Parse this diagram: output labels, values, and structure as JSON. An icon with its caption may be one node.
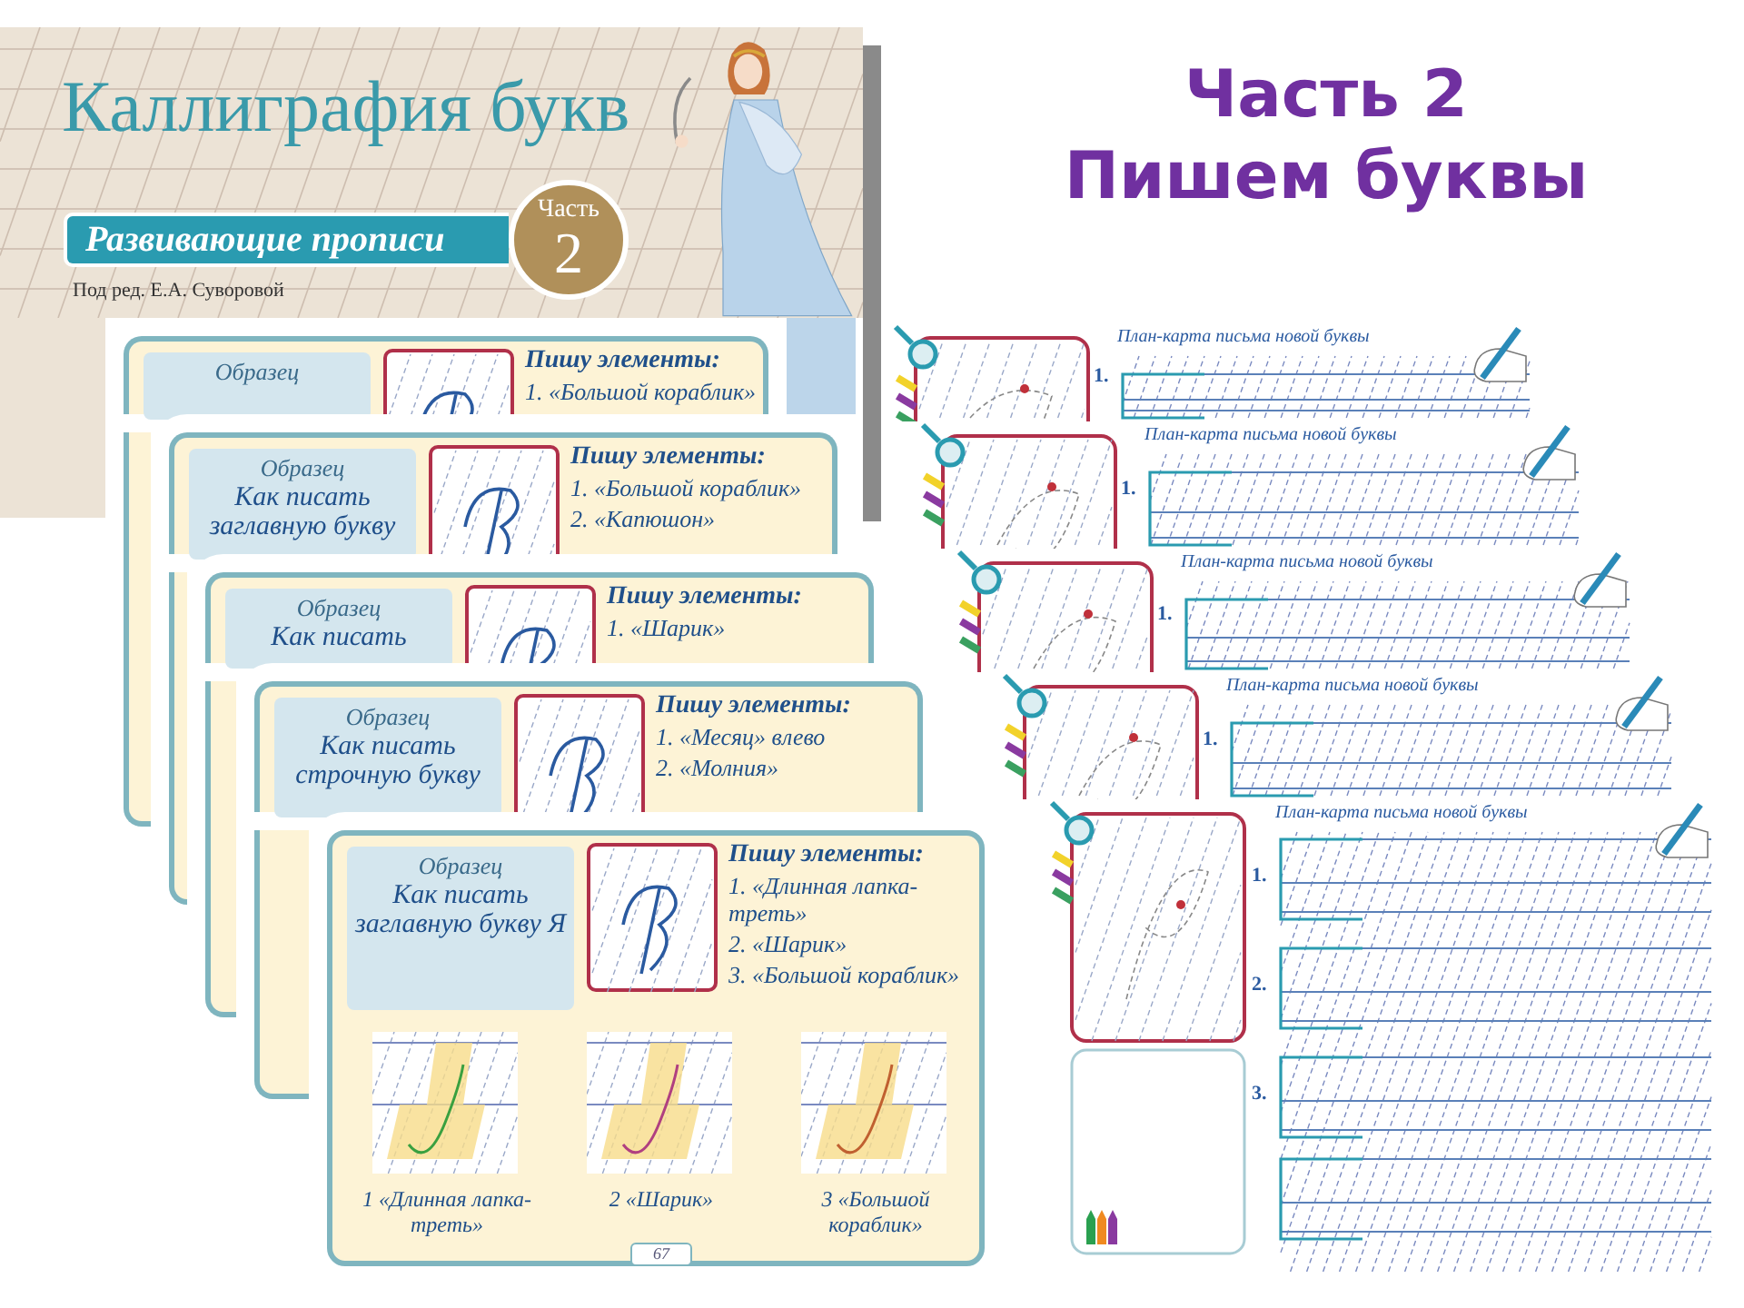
{
  "diagram": {
    "title": "Часть 2 Пишем буквы",
    "nodes": [
      {
        "text": [
          "Каллиграфия букв",
          "Под ред. Е.А. Суворовой"
        ]
      },
      {
        "text": [
          "Развивающие прописи"
        ],
        "in": 0
      },
      {
        "text": [
          "Часть",
          "2"
        ],
        "in": 0
      },
      {
        "text": [
          "Пишу элементы:",
          "1. «Большой кораблик»"
        ]
      },
      {
        "text": [
          "Образец"
        ],
        "in": 3
      },
      {
        "text": [
          "Пишу элементы:",
          "1. «Большой кораблик»",
          "2. «Капюшон»"
        ]
      },
      {
        "text": [
          "Образец",
          "Как писать заглавную букву"
        ],
        "in": 5
      },
      {
        "text": [
          "Пишу элементы:",
          "1. «Шарик»"
        ]
      },
      {
        "text": [
          "Образец",
          "Как писать"
        ],
        "in": 7
      },
      {
        "text": [
          "Пишу элементы:",
          "1. «Месяц» влево",
          "2. «Молния»"
        ]
      },
      {
        "text": [
          "Образец",
          "Как писать строчную букву"
        ],
        "in": 9
      },
      {
        "text": [
          "Пишу элементы:",
          "1. «Длинная лапка-треть»",
          "2. «Шарик»",
          "3. «Большой кораблик»"
        ]
      },
      {
        "text": [
          "Образец",
          "Как писать заглавную букву Я"
        ],
        "in": 11
      },
      {
        "text": [],
        "shape": "picture",
        "in": 11,
        "beside": [
          "1 «Длинная лапка-треть»"
        ]
      },
      {
        "text": [],
        "shape": "picture",
        "in": 11,
        "beside": [
          "2 «Шарик»"
        ]
      },
      {
        "text": [],
        "shape": "picture",
        "in": 11,
        "beside": [
          "3 «Большой кораблик»"
        ]
      },
      {
        "text": [
          "67"
        ],
        "in": 11
      },
      {
        "text": [
          "План-карта письма новой буквы",
          "1."
        ]
      },
      {
        "text": [
          "План-карта письма новой буквы",
          "1."
        ]
      },
      {
        "text": [
          "План-карта письма новой буквы",
          "1."
        ]
      },
      {
        "text": [
          "План-карта письма новой буквы",
          "1."
        ]
      },
      {
        "text": [
          "План-карта письма новой буквы",
          "1.",
          "2.",
          "3."
        ]
      }
    ]
  }
}
